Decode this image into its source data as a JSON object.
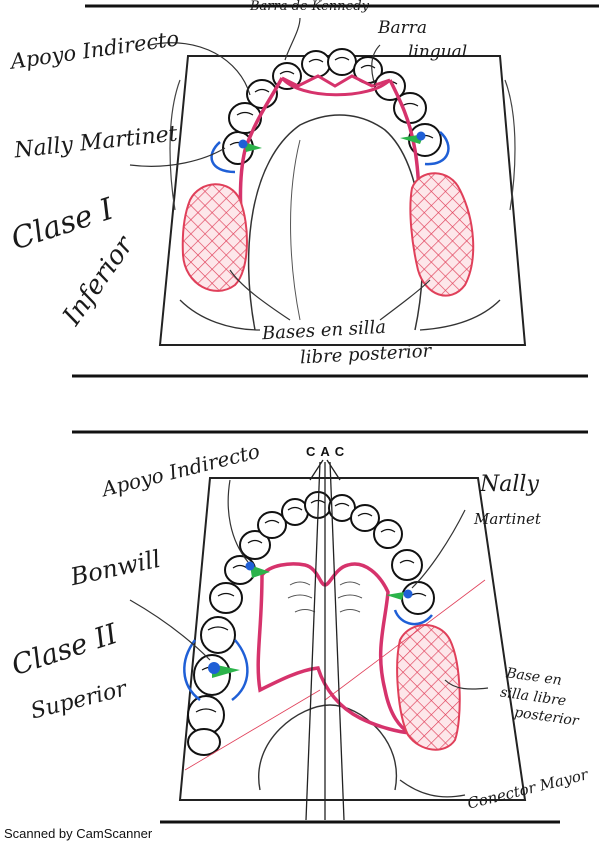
{
  "colors": {
    "connector": "#d6336c",
    "base_hatch": "#e0405a",
    "base_fill": "#fde7ea",
    "clasp": "#1f5fd6",
    "rest": "#2bb34a",
    "ink": "#1a1a1a"
  },
  "top_panel": {
    "label_barra_kennedy": "Barra de Kennedy",
    "label_barra": "Barra",
    "label_lingual": "lingual",
    "label_apoyo": "Apoyo Indirecto",
    "label_name": "Nally Martinet",
    "label_clase": "Clase I",
    "label_arch": "Inferior",
    "label_bases_1": "Bases en silla",
    "label_bases_2": "libre posterior"
  },
  "bottom_panel": {
    "label_apoyo": "Apoyo Indirecto",
    "label_cac": "CAC",
    "label_name_1": "Nally",
    "label_name_2": "Martinet",
    "label_bonwill": "Bonwill",
    "label_clase": "Clase II",
    "label_arch": "Superior",
    "label_base_1": "Base en",
    "label_base_2": "silla libre",
    "label_base_3": "posterior",
    "label_conector": "Conector Mayor"
  },
  "footer": {
    "scanner_text": "Scanned by CamScanner"
  }
}
